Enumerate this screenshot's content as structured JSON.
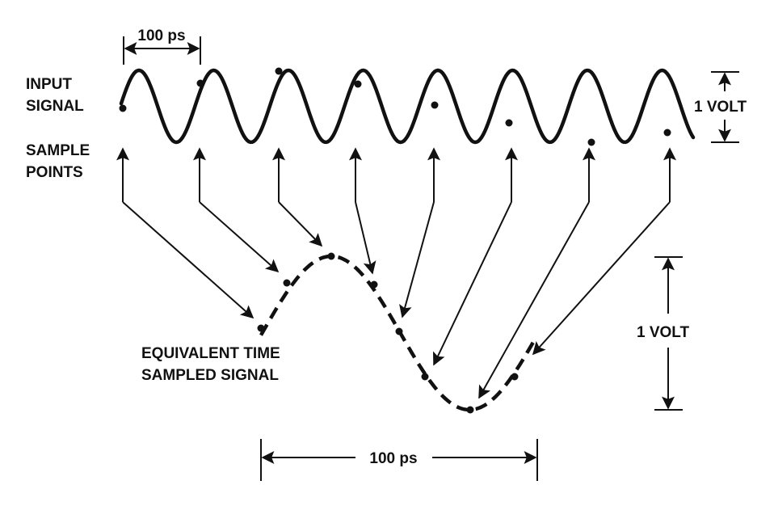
{
  "labels": {
    "input_signal_line1": "INPUT",
    "input_signal_line2": "SIGNAL",
    "sample_points_line1": "SAMPLE",
    "sample_points_line2": "POINTS",
    "period_top": "100 ps",
    "amplitude_top": "1 VOLT",
    "equiv_line1": "EQUIVALENT TIME",
    "equiv_line2": "SAMPLED SIGNAL",
    "amplitude_bottom": "1 VOLT",
    "period_bottom": "100 ps"
  },
  "colors": {
    "ink": "#111111",
    "background": "#ffffff"
  }
}
